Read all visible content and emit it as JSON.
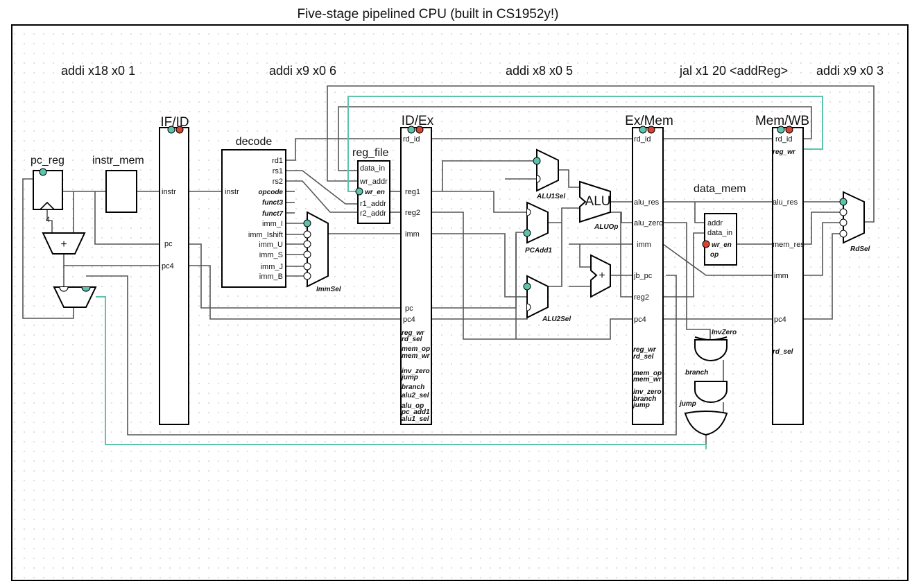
{
  "title": "Five-stage pipelined CPU (built in CS1952y!)",
  "instructions": [
    "addi x18 x0 1",
    "addi x9 x0 6",
    "addi x8 x0 5",
    "jal x1 20 <addReg>",
    "addi x9 x0 3"
  ],
  "colors": {
    "wire": "#555555",
    "active_wire": "#5cc4ad",
    "port_active": "#5cc4ad",
    "port_red": "#d9432f",
    "frame": "#000000",
    "grid_dot": "#c8c8c8"
  },
  "components": {
    "pc_reg": "pc_reg",
    "instr_mem": "instr_mem",
    "decode": "decode",
    "reg_file": "reg_file",
    "data_mem": "data_mem",
    "if_id": "IF/ID",
    "id_ex": "ID/Ex",
    "ex_mem": "Ex/Mem",
    "mem_wb": "Mem/WB",
    "alu": "ALU",
    "plus": "+",
    "const4": "4"
  },
  "ports": {
    "if_id": [
      "instr",
      "pc",
      "pc4"
    ],
    "decode_in": "instr",
    "decode_out": [
      "rd1",
      "rs1",
      "rs2",
      "opcode",
      "funct3",
      "funct7",
      "imm_I",
      "imm_Ishift",
      "imm_U",
      "imm_S",
      "imm_J",
      "imm_B"
    ],
    "reg_file": [
      "data_in",
      "wr_addr",
      "wr_en",
      "r1_addr",
      "r2_addr"
    ],
    "id_ex": [
      "rd_id",
      "reg1",
      "reg2",
      "imm",
      "pc",
      "pc4"
    ],
    "id_ex_ctrl": [
      "reg_wr",
      "rd_sel",
      "mem_op",
      "mem_wr",
      "inv_zero",
      "jump",
      "branch",
      "alu2_sel",
      "alu_op",
      "pc_add1",
      "alu1_sel"
    ],
    "ex_mem": [
      "rd_id",
      "alu_res",
      "alu_zero",
      "imm",
      "jb_pc",
      "reg2",
      "pc4"
    ],
    "ex_mem_ctrl": [
      "reg_wr",
      "rd_sel",
      "mem_op",
      "mem_wr",
      "inv_zero",
      "branch",
      "jump"
    ],
    "data_mem": [
      "addr",
      "data_in",
      "wr_en",
      "op"
    ],
    "mem_wb": [
      "rd_id",
      "reg_wr",
      "alu_res",
      "mem_res",
      "imm",
      "pc4",
      "rd_sel"
    ]
  },
  "mux_labels": [
    "ImmSel",
    "ALU1Sel",
    "PCAdd1",
    "ALU2Sel",
    "ALUOp",
    "RdSel"
  ],
  "gate_labels": [
    "InvZero",
    "branch",
    "jump"
  ]
}
